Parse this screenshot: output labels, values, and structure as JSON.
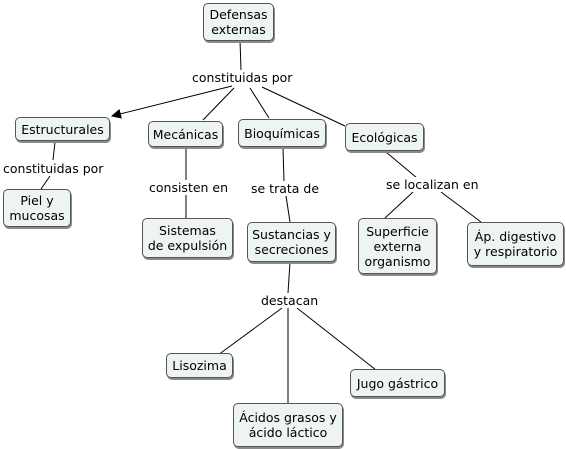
{
  "nodes": {
    "root": "Defensas\nexternas",
    "estructurales": "Estructurales",
    "mecanicas": "Mecánicas",
    "bioquimicas": "Bioquímicas",
    "ecologicas": "Ecológicas",
    "piel": "Piel y\nmucosas",
    "sistemas": "Sistemas\nde expulsión",
    "sustancias": "Sustancias y\nsecreciones",
    "superficie": "Superficie\nexterna\norganismo",
    "ap_digestivo": "Áp. digestivo\ny respiratorio",
    "lisozima": "Lisozima",
    "acidos": "Ácidos grasos y\nácido láctico",
    "jugo": "Jugo gástrico"
  },
  "links": {
    "constituidas_por_root": "constituidas por",
    "constituidas_por_estructurales": "constituidas por",
    "consisten_en": "consisten en",
    "se_trata_de": "se trata de",
    "se_localizan_en": "se localizan en",
    "destacan": "destacan"
  },
  "colors": {
    "node_fill": "#eef3f4",
    "node_border": "#555555",
    "line": "#000000"
  }
}
